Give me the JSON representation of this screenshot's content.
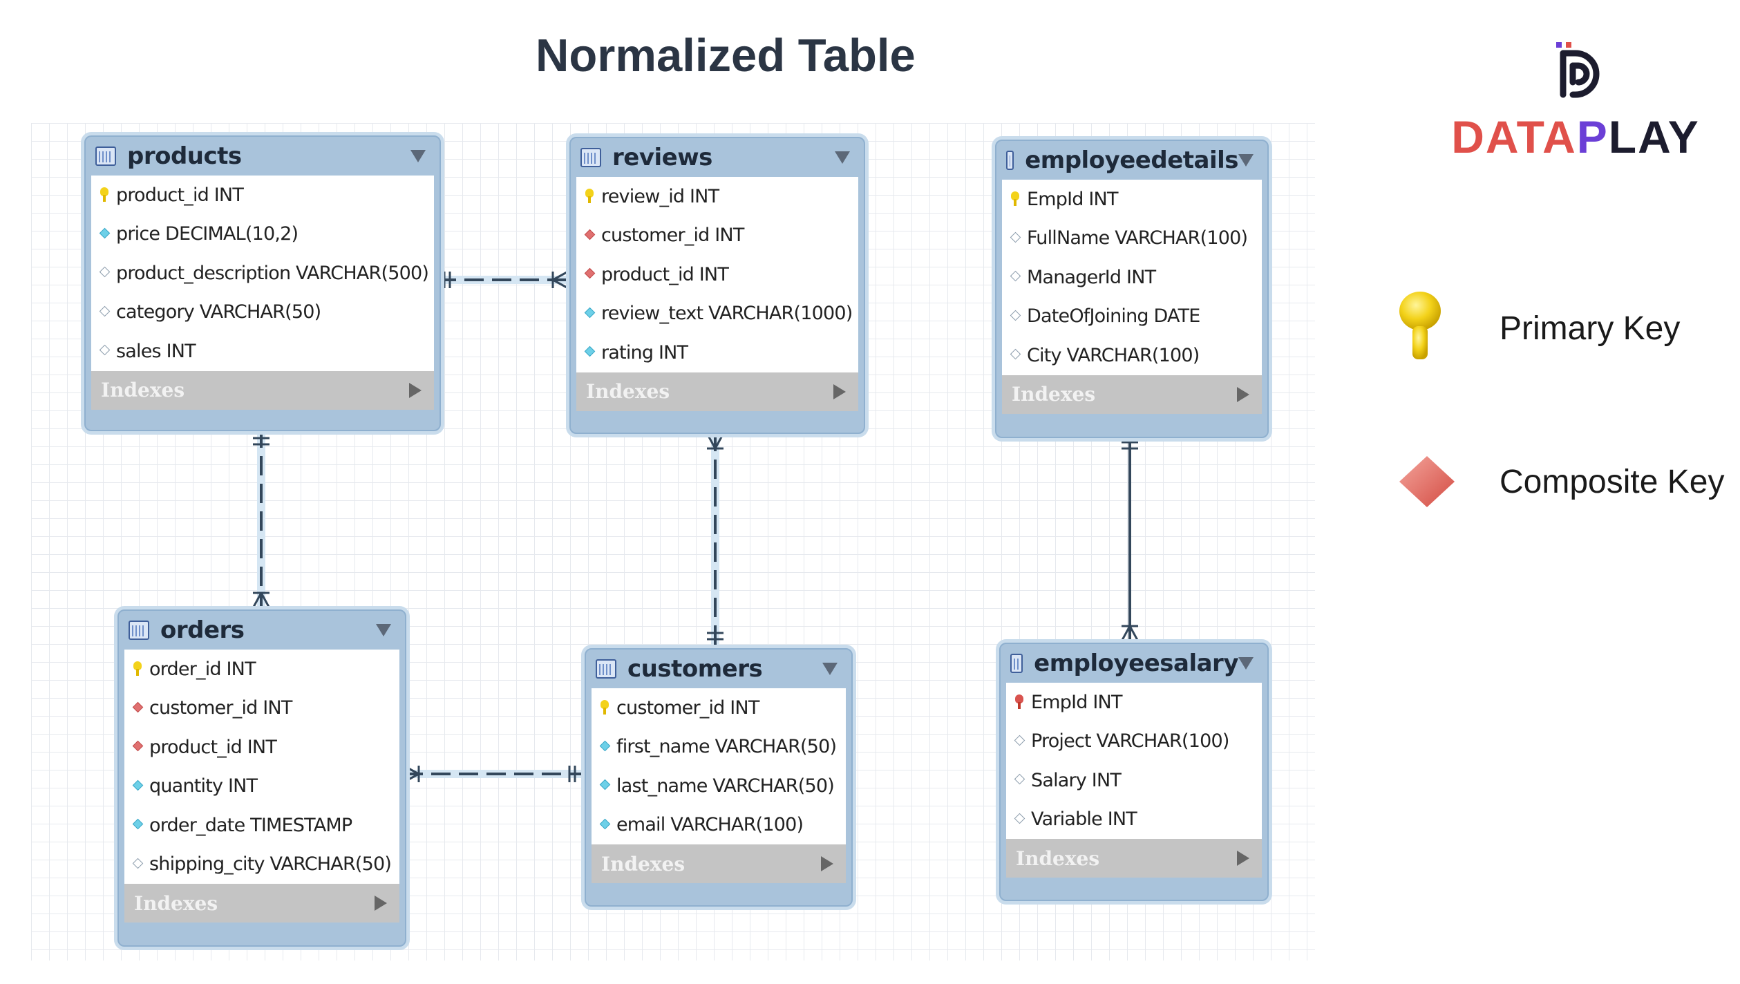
{
  "title": "Normalized Table",
  "brand": {
    "name_part1": "DATA",
    "name_part2": "P",
    "name_part3": "LAY",
    "colors": {
      "red": "#e0504a",
      "dark": "#1c1c2e",
      "purple": "#6b3fd6"
    }
  },
  "legend": {
    "primary_key": "Primary Key",
    "composite_key": "Composite Key"
  },
  "indexes_label": "Indexes",
  "tables": {
    "products": {
      "name": "products",
      "columns": [
        {
          "text": "product_id INT",
          "key": "pk"
        },
        {
          "text": "price DECIMAL(10,2)",
          "key": "cyan"
        },
        {
          "text": "product_description VARCHAR(500)",
          "key": "white"
        },
        {
          "text": "category VARCHAR(50)",
          "key": "white"
        },
        {
          "text": "sales INT",
          "key": "white"
        }
      ]
    },
    "reviews": {
      "name": "reviews",
      "columns": [
        {
          "text": "review_id INT",
          "key": "pk"
        },
        {
          "text": "customer_id INT",
          "key": "fk"
        },
        {
          "text": "product_id INT",
          "key": "fk"
        },
        {
          "text": "review_text VARCHAR(1000)",
          "key": "cyan"
        },
        {
          "text": "rating INT",
          "key": "cyan"
        }
      ]
    },
    "employeedetails": {
      "name": "employeedetails",
      "columns": [
        {
          "text": "EmpId INT",
          "key": "pk"
        },
        {
          "text": "FullName VARCHAR(100)",
          "key": "white"
        },
        {
          "text": "ManagerId INT",
          "key": "white"
        },
        {
          "text": "DateOfJoining DATE",
          "key": "white"
        },
        {
          "text": "City VARCHAR(100)",
          "key": "white"
        }
      ]
    },
    "orders": {
      "name": "orders",
      "columns": [
        {
          "text": "order_id INT",
          "key": "pk"
        },
        {
          "text": "customer_id INT",
          "key": "fk"
        },
        {
          "text": "product_id INT",
          "key": "fk"
        },
        {
          "text": "quantity INT",
          "key": "cyan"
        },
        {
          "text": "order_date TIMESTAMP",
          "key": "cyan"
        },
        {
          "text": "shipping_city VARCHAR(50)",
          "key": "white"
        }
      ]
    },
    "customers": {
      "name": "customers",
      "columns": [
        {
          "text": "customer_id INT",
          "key": "pk"
        },
        {
          "text": "first_name VARCHAR(50)",
          "key": "cyan"
        },
        {
          "text": "last_name VARCHAR(50)",
          "key": "cyan"
        },
        {
          "text": "email VARCHAR(100)",
          "key": "cyan"
        }
      ]
    },
    "employeesalary": {
      "name": "employeesalary",
      "columns": [
        {
          "text": "EmpId INT",
          "key": "pk red"
        },
        {
          "text": "Project VARCHAR(100)",
          "key": "white"
        },
        {
          "text": "Salary INT",
          "key": "white"
        },
        {
          "text": "Variable INT",
          "key": "white"
        }
      ]
    }
  }
}
